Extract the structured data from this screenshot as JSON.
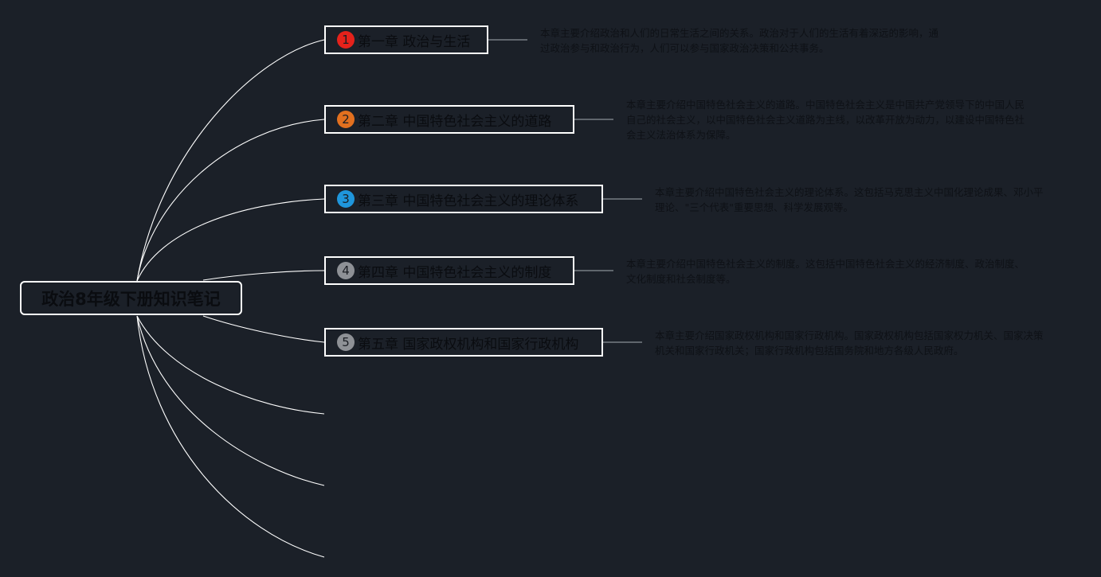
{
  "root": {
    "title": "政治8年级下册知识笔记"
  },
  "chapters": [
    {
      "number": "1",
      "title": "第一章 政治与生活",
      "badge_color": "#e5221b",
      "badge_text_color": "#1a1d23",
      "description": "本章主要介绍政治和人们的日常生活之间的关系。政治对于人们的生活有着深远的影响，通过政治参与和政治行为，人们可以参与国家政治决策和公共事务。"
    },
    {
      "number": "2",
      "title": "第二章 中国特色社会主义的道路",
      "badge_color": "#e2701f",
      "badge_text_color": "#1a1d23",
      "description": "本章主要介绍中国特色社会主义的道路。中国特色社会主义是中国共产党领导下的中国人民自己的社会主义，以中国特色社会主义道路为主线，以改革开放为动力，以建设中国特色社会主义法治体系为保障。"
    },
    {
      "number": "3",
      "title": "第三章 中国特色社会主义的理论体系",
      "badge_color": "#1f96dc",
      "badge_text_color": "#1a1d23",
      "description": "本章主要介绍中国特色社会主义的理论体系。这包括马克思主义中国化理论成果、邓小平理论、\"三个代表\"重要思想、科学发展观等。"
    },
    {
      "number": "4",
      "title": "第四章 中国特色社会主义的制度",
      "badge_color": "#8e9196",
      "badge_text_color": "#1a1d23",
      "description": "本章主要介绍中国特色社会主义的制度。这包括中国特色社会主义的经济制度、政治制度、文化制度和社会制度等。"
    },
    {
      "number": "5",
      "title": "第五章 国家政权机构和国家行政机构",
      "badge_color": "#8e9196",
      "badge_text_color": "#1a1d23",
      "description": "本章主要介绍国家政权机构和国家行政机构。国家政权机构包括国家权力机关、国家决策机关和国家行政机关；国家行政机构包括国务院和地方各级人民政府。"
    }
  ],
  "colors": {
    "background": "#1b2028",
    "connector": "#ffffff",
    "description_connector": "#8a8f96"
  }
}
